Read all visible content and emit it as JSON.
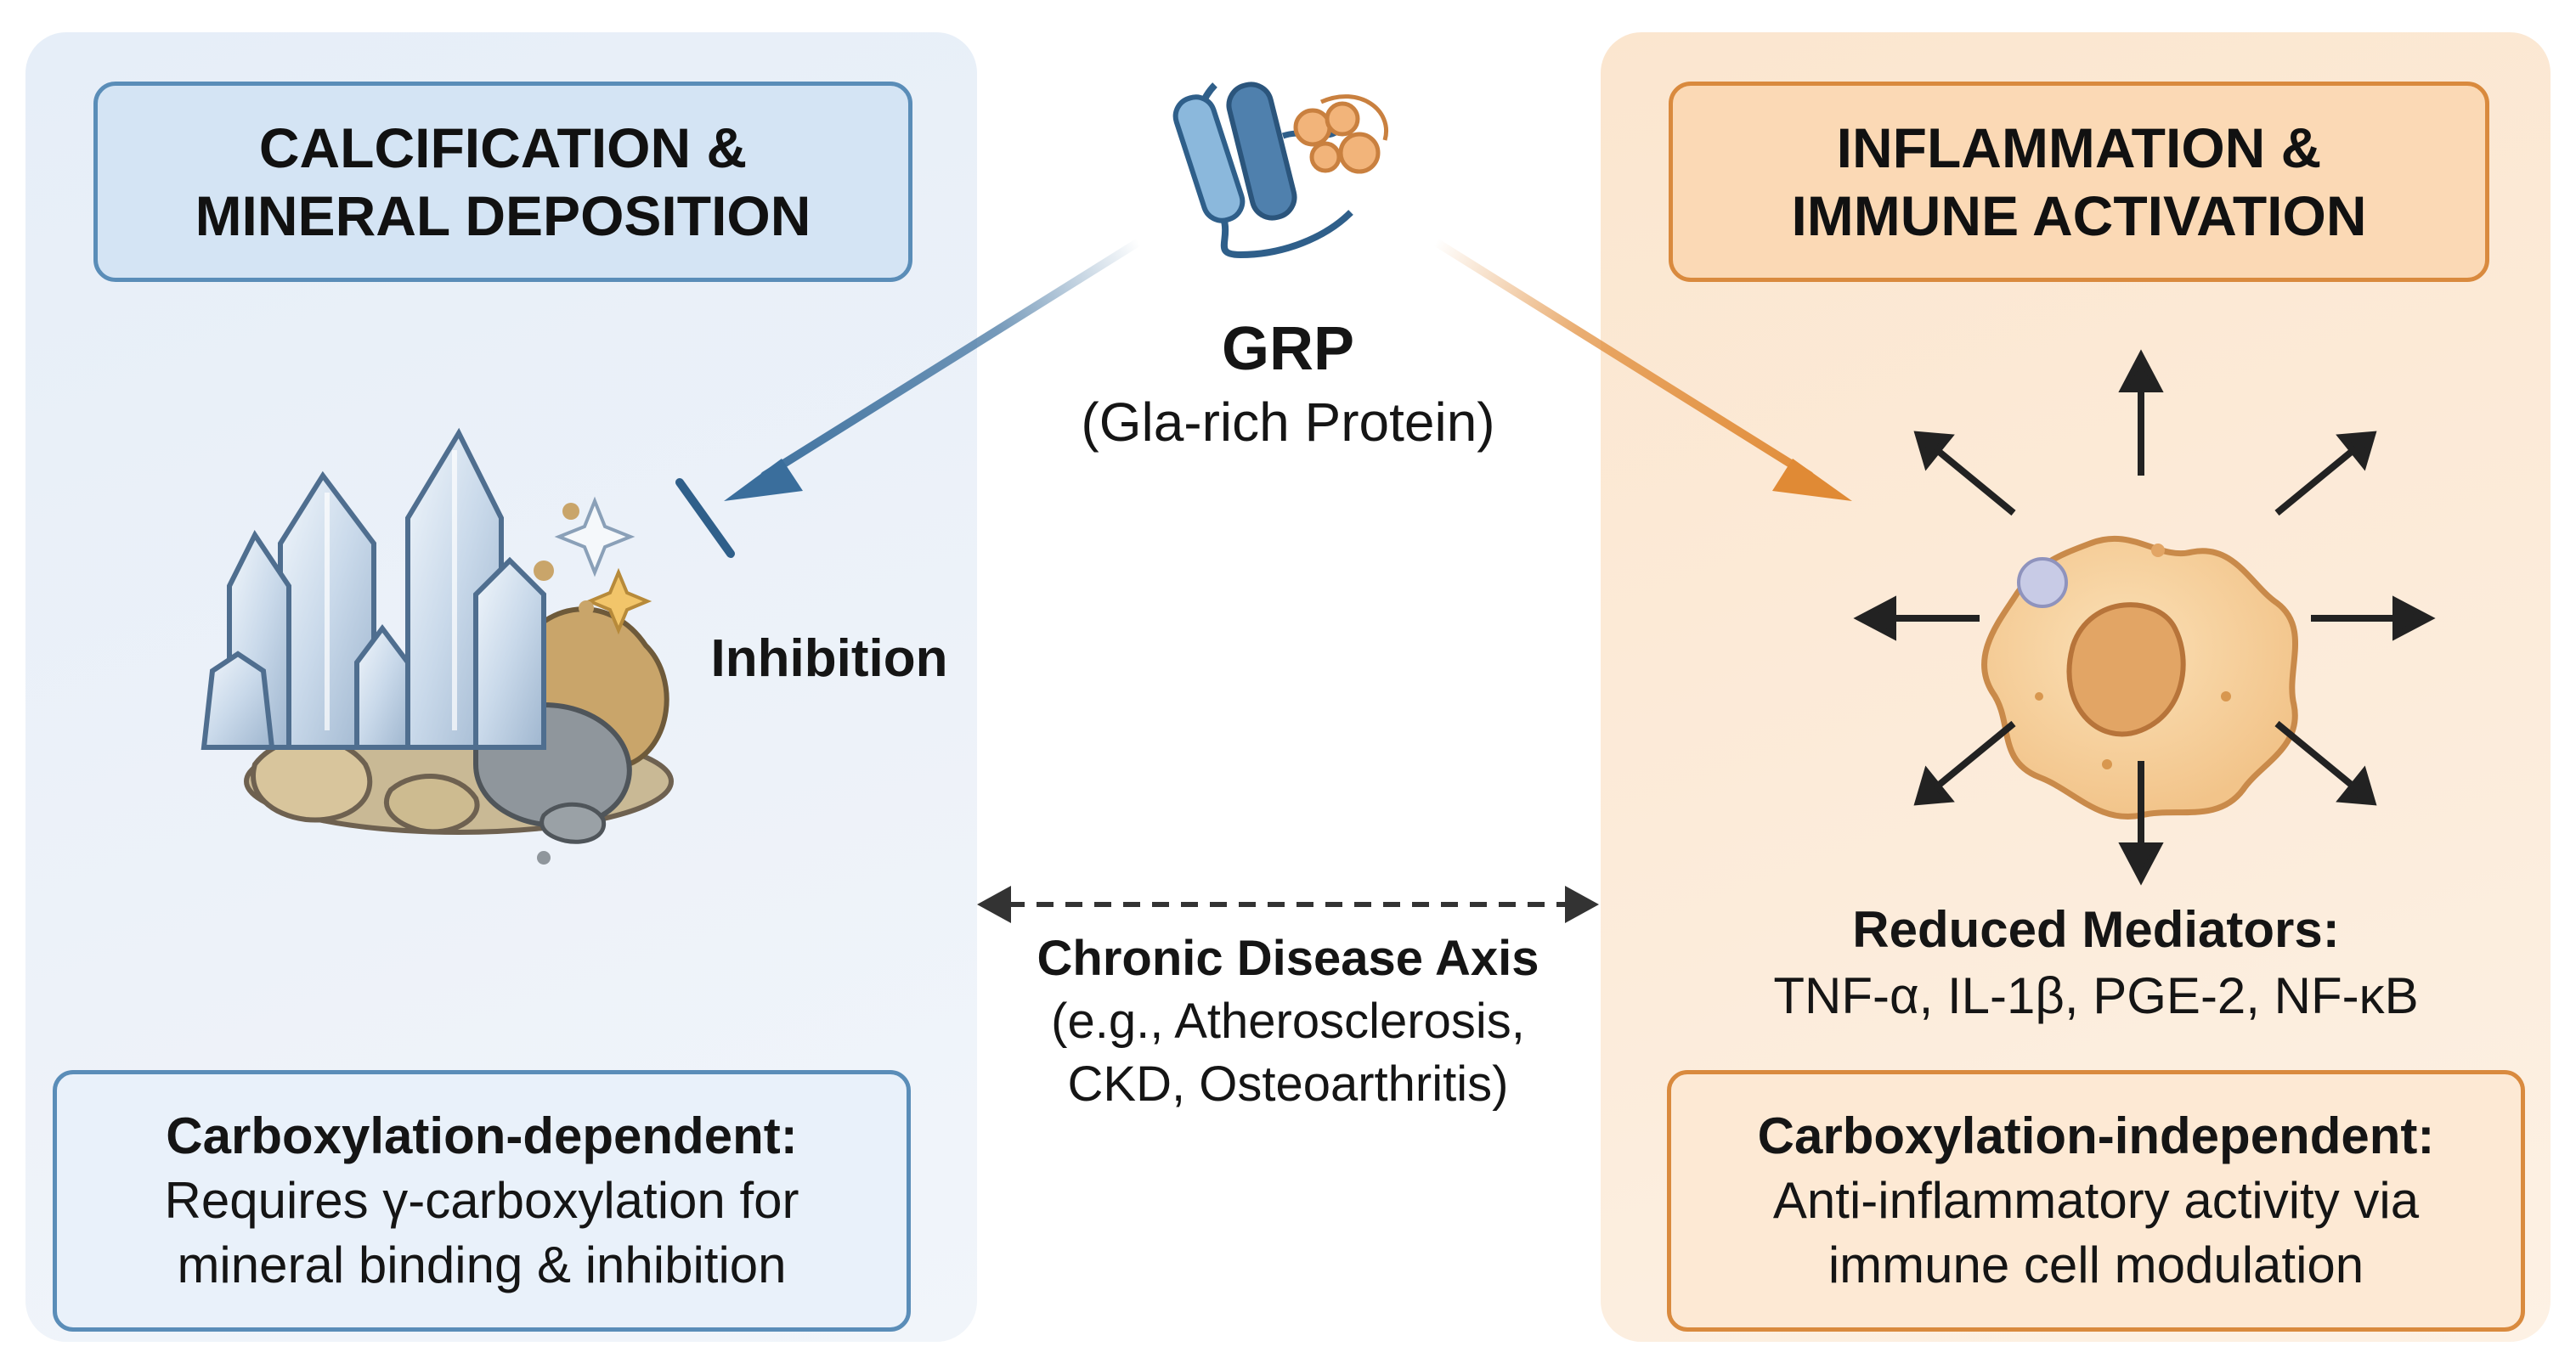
{
  "calcification": {
    "title_line1": "CALCIFICATION &",
    "title_line2": "MINERAL DEPOSITION",
    "inhibition_label": "Inhibition",
    "box_heading": "Carboxylation-dependent:",
    "box_line1": "Requires γ-carboxylation for",
    "box_line2": "mineral binding & inhibition"
  },
  "grp": {
    "name": "GRP",
    "full_name": "(Gla-rich Protein)"
  },
  "axis": {
    "heading": "Chronic Disease Axis",
    "line1": "(e.g., Atherosclerosis,",
    "line2": "CKD, Osteoarthritis)"
  },
  "inflammation": {
    "title_line1": "INFLAMMATION &",
    "title_line2": "IMMUNE ACTIVATION",
    "mediators_heading": "Reduced Mediators:",
    "mediators_list": "TNF-α, IL-1β, PGE-2, NF-κB",
    "box_heading": "Carboxylation-independent:",
    "box_line1": "Anti-inflammatory activity via",
    "box_line2": "immune cell modulation"
  },
  "colors": {
    "blue_accent": "#3a6e9c",
    "orange_accent": "#e08a35",
    "left_panel_bg": "#e6eef8",
    "right_panel_bg": "#fbe6cf"
  }
}
